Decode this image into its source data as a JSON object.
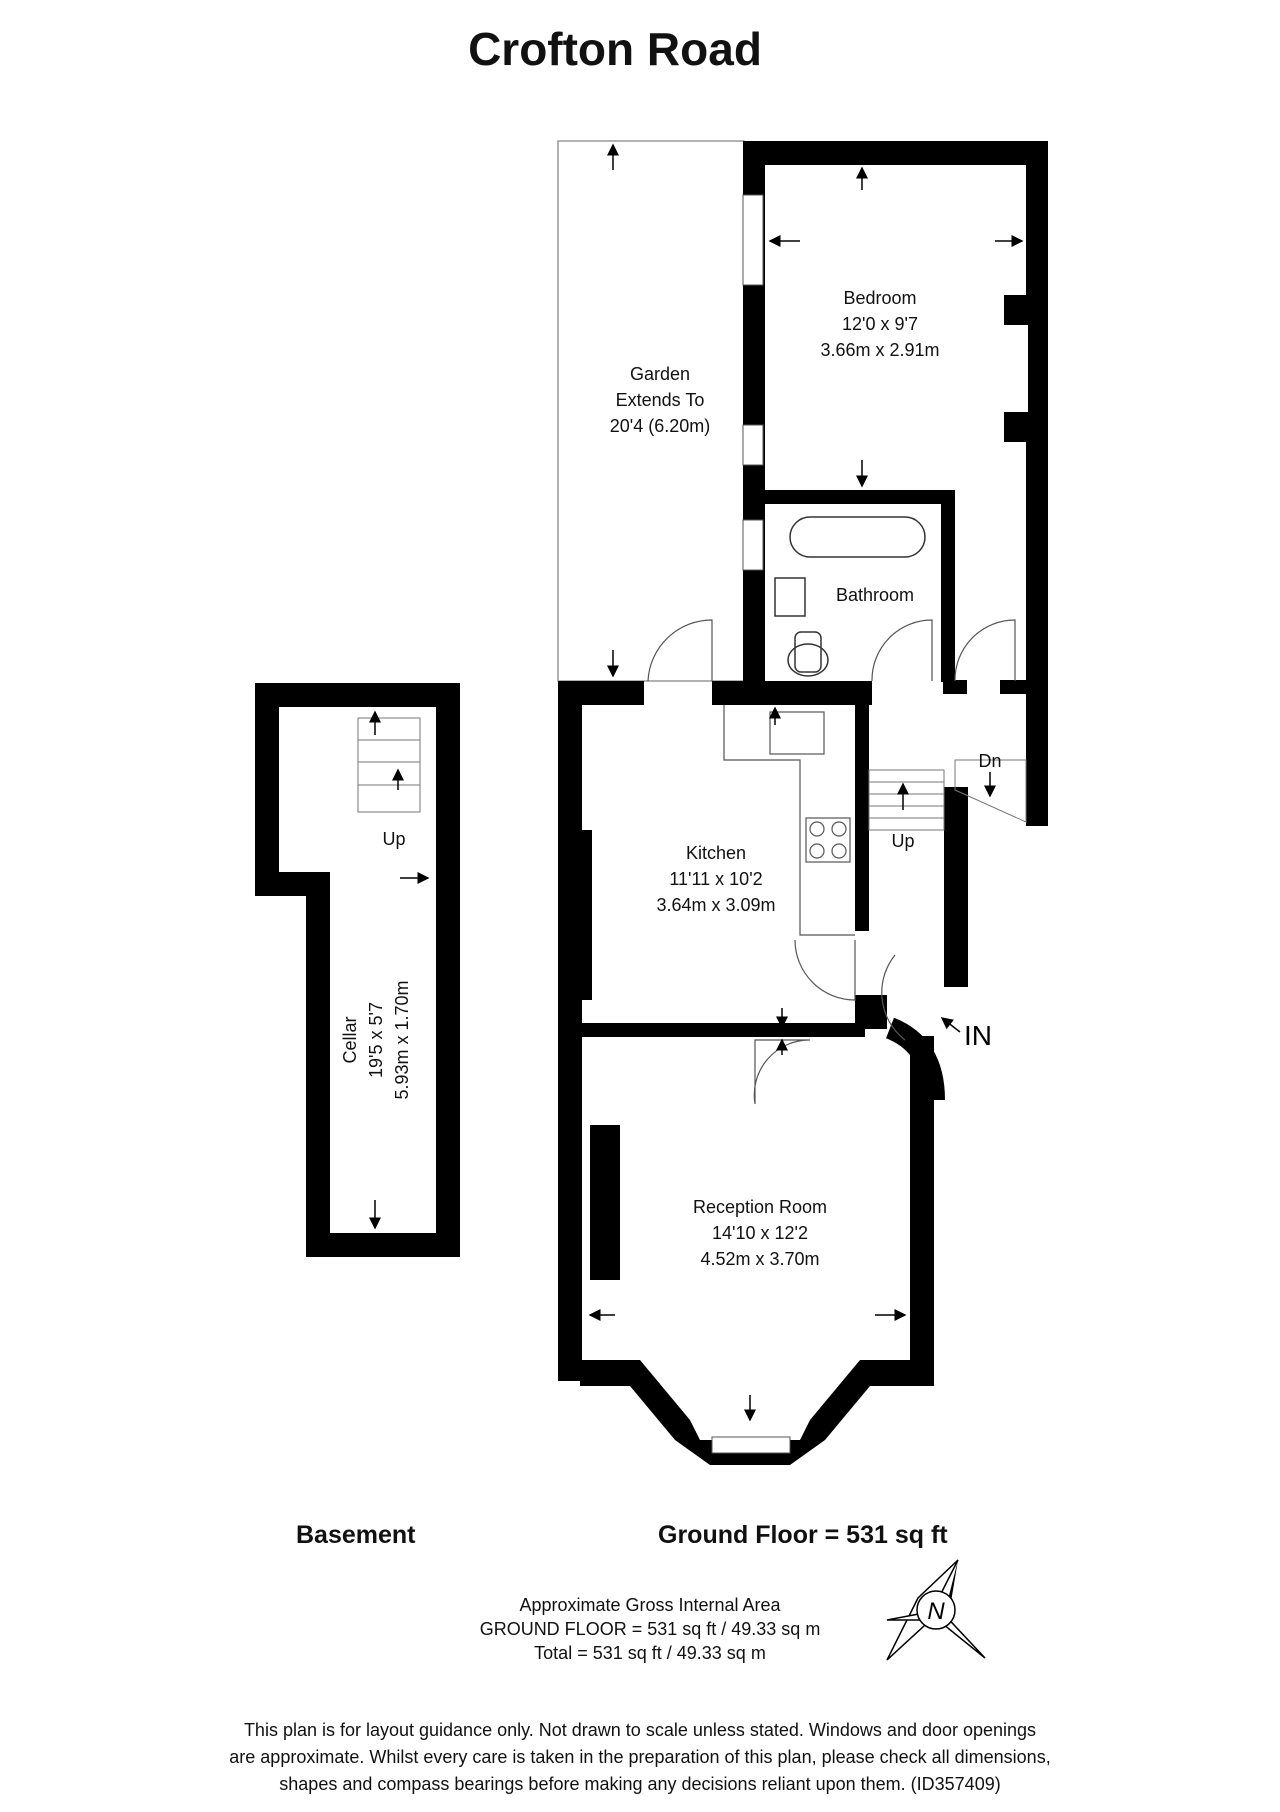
{
  "title": "Crofton Road",
  "rooms": {
    "bedroom": {
      "name": "Bedroom",
      "imperial": "12'0 x 9'7",
      "metric": "3.66m x 2.91m"
    },
    "garden": {
      "line1": "Garden",
      "line2": "Extends To",
      "line3": "20'4 (6.20m)"
    },
    "bathroom": {
      "name": "Bathroom"
    },
    "kitchen": {
      "name": "Kitchen",
      "imperial": "11'11 x 10'2",
      "metric": "3.64m x 3.09m"
    },
    "reception": {
      "name": "Reception Room",
      "imperial": "14'10 x 12'2",
      "metric": "4.52m x 3.70m"
    },
    "cellar": {
      "name": "Cellar",
      "imperial": "19'5 x 5'7",
      "metric": "5.93m x 1.70m"
    }
  },
  "stairs": {
    "basement_up": "Up",
    "ground_up": "Up",
    "ground_down": "Dn"
  },
  "entrance": "IN",
  "floors": {
    "basement": "Basement",
    "ground": "Ground Floor = 531 sq ft"
  },
  "area": {
    "line1": "Approximate Gross Internal Area",
    "line2": "GROUND FLOOR = 531 sq ft / 49.33 sq m",
    "line3": "Total = 531 sq ft / 49.33 sq m"
  },
  "compass": {
    "letter": "N"
  },
  "disclaimer": {
    "line1": "This plan is for layout guidance only. Not drawn to scale unless stated. Windows and door openings",
    "line2": "are approximate. Whilst every care is taken in the preparation of this plan, please check all dimensions,",
    "line3": "shapes and compass bearings before making any decisions reliant upon them. (ID357409)"
  },
  "colors": {
    "wall": "#000000",
    "line": "#888888",
    "background": "#ffffff"
  }
}
